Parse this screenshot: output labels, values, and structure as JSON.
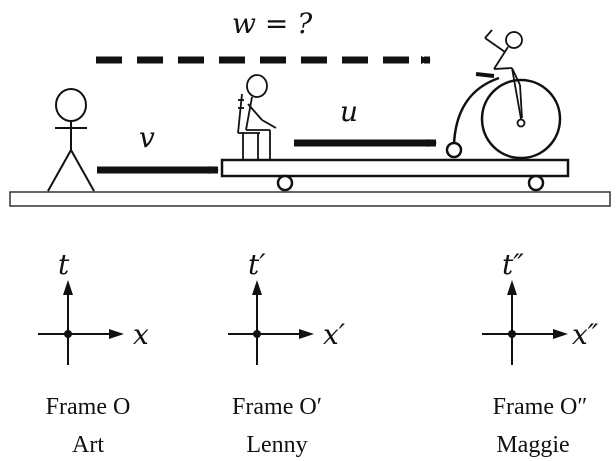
{
  "velocities": {
    "w_label": "w = ?",
    "v_label": "v",
    "u_label": "u"
  },
  "frames": [
    {
      "t_label": "t",
      "x_label": "x",
      "frame_label": "Frame O",
      "person": "Art"
    },
    {
      "t_label": "t′",
      "x_label": "x′",
      "frame_label": "Frame O′",
      "person": "Lenny"
    },
    {
      "t_label": "t″",
      "x_label": "x″",
      "frame_label": "Frame O″",
      "person": "Maggie"
    }
  ]
}
